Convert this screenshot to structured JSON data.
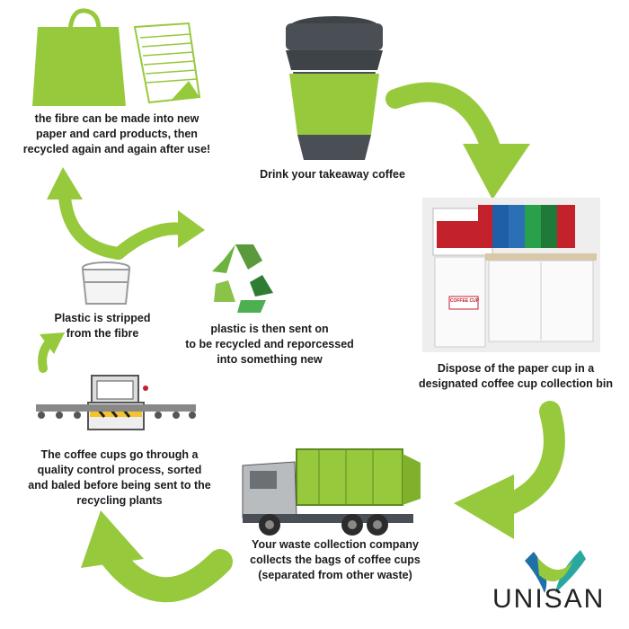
{
  "colors": {
    "accent_green": "#97c93d",
    "dark_grey": "#4a4f55",
    "bin_white": "#f2f2f2",
    "logo_blue": "#1f6fa8",
    "logo_teal": "#2aa8a0"
  },
  "steps": {
    "fibre": "the fibre can be made into new\npaper and card products, then\nrecycled again and again after use!",
    "drink": "Drink your takeaway coffee",
    "stripped": "Plastic is stripped\nfrom the fibre",
    "plastic_recycled": "plastic is then sent on\nto be recycled and reporcessed\ninto something new",
    "dispose": "Dispose of the paper cup in a\ndesignated coffee cup collection bin",
    "quality": "The coffee cups go through a\nquality control process, sorted\nand baled  before being sent to the\nrecycling plants",
    "collection": "Your waste collection company\ncollects the bags of coffee cups\n(separated from other waste)"
  },
  "bin": {
    "cup_label": "COFFEE CUP"
  },
  "logo": {
    "text": "UNISAN"
  }
}
